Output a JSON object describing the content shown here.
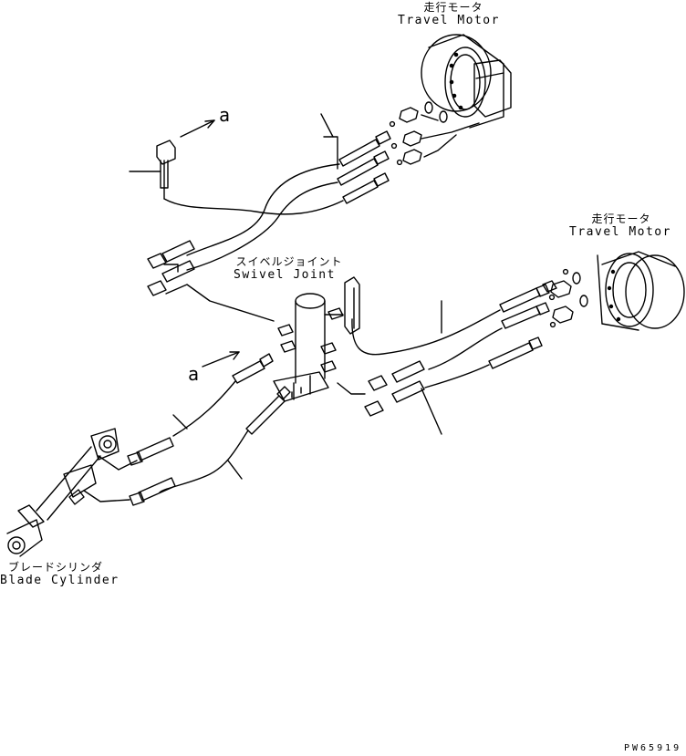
{
  "labels": {
    "travel_motor_top_jp": "走行モータ",
    "travel_motor_top_en": "Travel Motor",
    "travel_motor_right_jp": "走行モータ",
    "travel_motor_right_en": "Travel Motor",
    "swivel_joint_jp": "スイベルジョイント",
    "swivel_joint_en": "Swivel Joint",
    "blade_cylinder_jp": "ブレードシリンダ",
    "blade_cylinder_en": "Blade Cylinder"
  },
  "markers": {
    "view_a_top": "a",
    "view_a_left": "a"
  },
  "drawing_code": "PW65919",
  "style": {
    "line_color": "#000000",
    "background": "#ffffff"
  }
}
